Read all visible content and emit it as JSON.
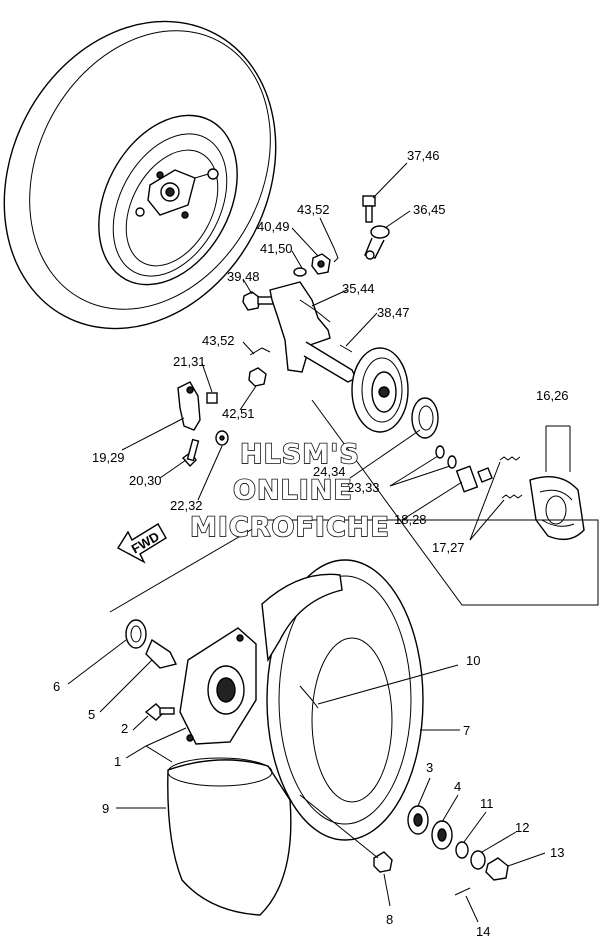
{
  "callouts": {
    "c37_46": "37,46",
    "c36_45": "36,45",
    "c43_52_top": "43,52",
    "c40_49": "40,49",
    "c41_50": "41,50",
    "c39_48": "39,48",
    "c35_44": "35,44",
    "c38_47": "38,47",
    "c43_52_mid": "43,52",
    "c21_31": "21,31",
    "c42_51": "42,51",
    "c16_26": "16,26",
    "c19_29": "19,29",
    "c24_34": "24,34",
    "c20_30": "20,30",
    "c23_33": "23,33",
    "c22_32": "22,32",
    "c18_28": "18,28",
    "c17_27": "17,27",
    "c6": "6",
    "c10": "10",
    "c5": "5",
    "c2": "2",
    "c7": "7",
    "c1": "1",
    "c3": "3",
    "c9": "9",
    "c4": "4",
    "c11": "11",
    "c12": "12",
    "c13": "13",
    "c8": "8",
    "c14": "14"
  },
  "fwd_label": "FWD",
  "watermark": {
    "line1": "HLSM'S",
    "line2": "ONLINE",
    "line3": "MICROFICHE"
  }
}
